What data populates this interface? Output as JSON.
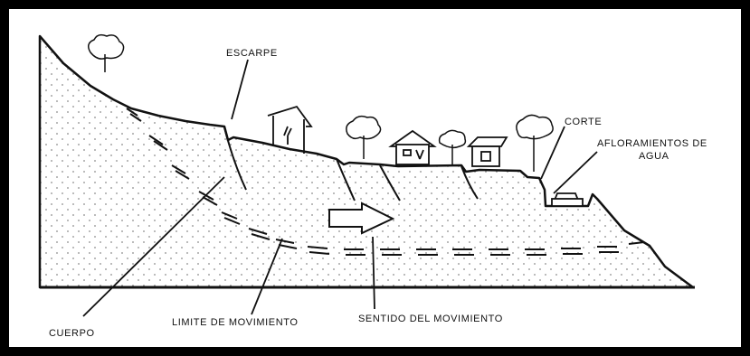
{
  "diagram": {
    "labels": {
      "escarpe": "ESCARPE",
      "corte": "CORTE",
      "afloramientos_1": "AFLORAMIENTOS DE",
      "afloramientos_2": "AGUA",
      "cuerpo": "CUERPO",
      "limite": "LIMITE DE MOVIMIENTO",
      "sentido": "SENTIDO DEL MOVIMIENTO"
    },
    "colors": {
      "frame": "#000000",
      "background": "#ffffff",
      "ink": "#111111",
      "dots": "#8a8a8a"
    },
    "icons": [
      "tree-icon",
      "house-icon",
      "car-icon",
      "direction-arrow-icon"
    ]
  }
}
